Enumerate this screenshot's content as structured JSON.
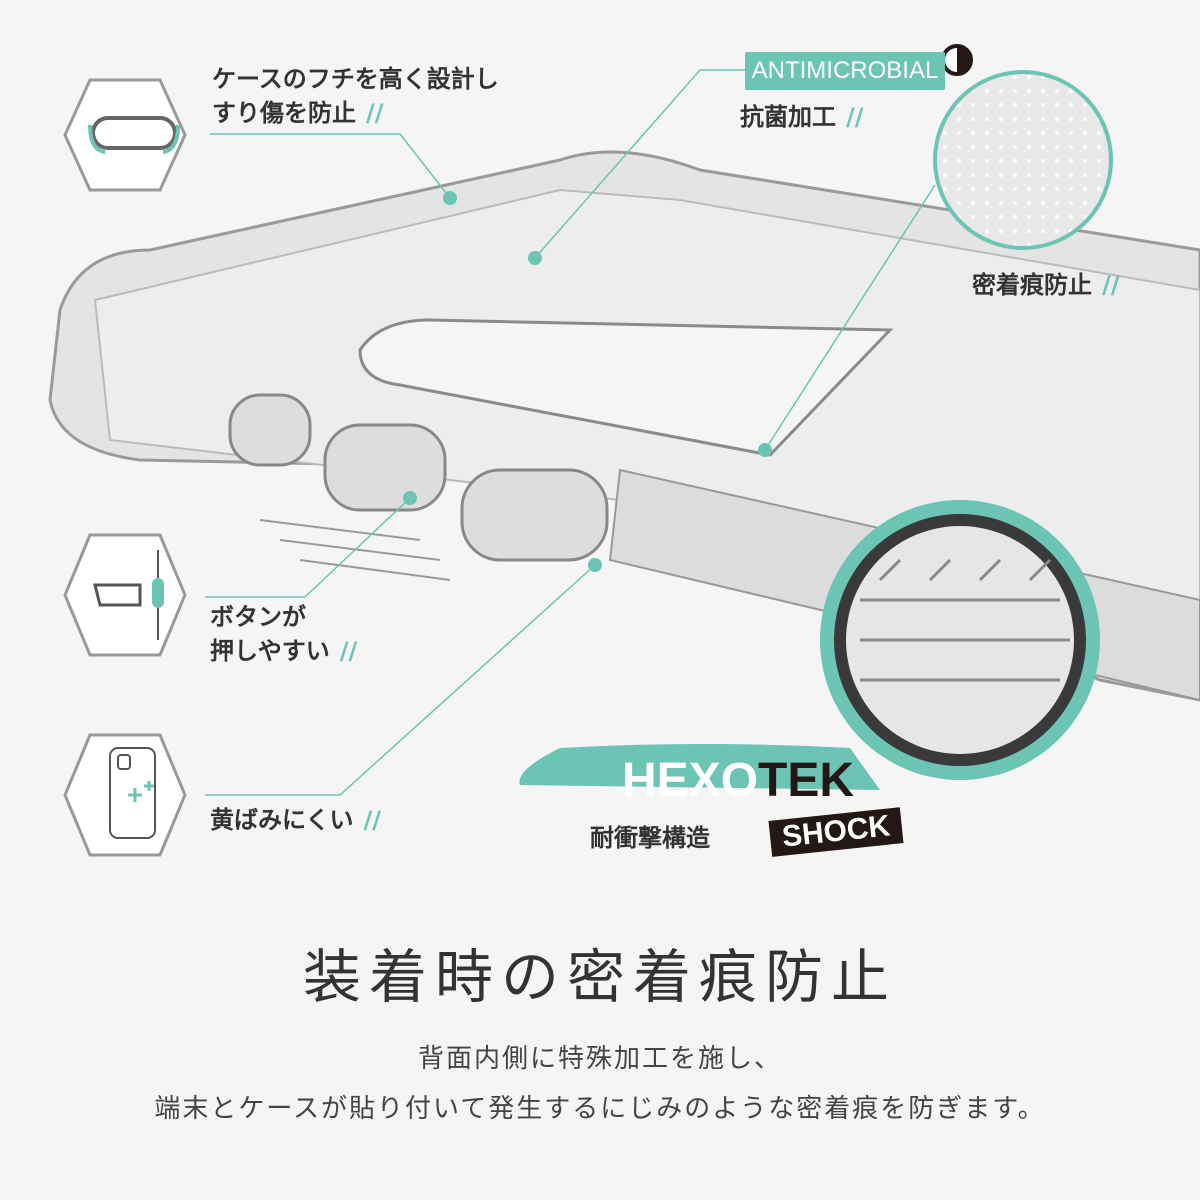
{
  "features": {
    "edge": {
      "line1": "ケースのフチを高く設計し",
      "line2": "すり傷を防止",
      "slash": "//",
      "icon": "raised-edge-icon"
    },
    "antimicrobial": {
      "badge": "ANTIMICROBIAL",
      "label": "抗菌加工",
      "slash": "//",
      "icon": "timer-icon"
    },
    "anti_stick": {
      "label": "密着痕防止",
      "slash": "//",
      "icon": "dot-texture-circle"
    },
    "buttons": {
      "line1": "ボタンが",
      "line2": "押しやすい",
      "slash": "//",
      "icon": "finger-press-button-icon"
    },
    "yellowing": {
      "label": "黄ばみにくい",
      "slash": "//",
      "icon": "phone-sparkle-icon"
    }
  },
  "hexotek": {
    "hexo": "HEXO",
    "tek": "TEK",
    "shock": "SHOCK",
    "jp": "耐衝撃構造"
  },
  "headline": "装着時の密着痕防止",
  "description": {
    "line1": "背面内側に特殊加工を施し、",
    "line2": "端末とケースが貼り付いて発生するにじみのような密着痕を防ぎます。"
  },
  "colors": {
    "accent": "#6cc4b5",
    "dark": "#231815",
    "text": "#333333",
    "background": "#f5f5f5"
  }
}
